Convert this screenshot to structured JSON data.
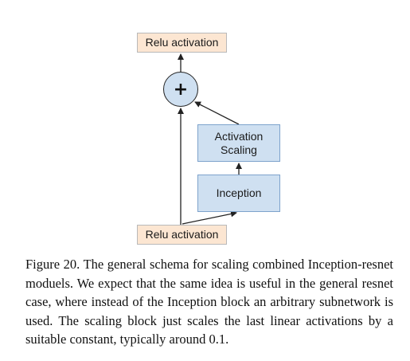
{
  "diagram": {
    "relu_top_label": "Relu activation",
    "relu_bottom_label": "Relu activation",
    "add_symbol": "+",
    "scaling_label": "Activation Scaling",
    "inception_label": "Inception"
  },
  "caption": {
    "text": "Figure 20. The general schema for scaling combined Inception-resnet moduels. We expect that the same idea is useful in the general resnet case, where instead of the Inception block an arbitrary subnetwork is used. The scaling block just scales the last linear activations by a suitable constant, typically around 0.1."
  },
  "colors": {
    "relu_fill": "#fce6d2",
    "block_fill": "#cfe0f1",
    "block_border": "#7ea3cc",
    "arrow": "#222222"
  }
}
